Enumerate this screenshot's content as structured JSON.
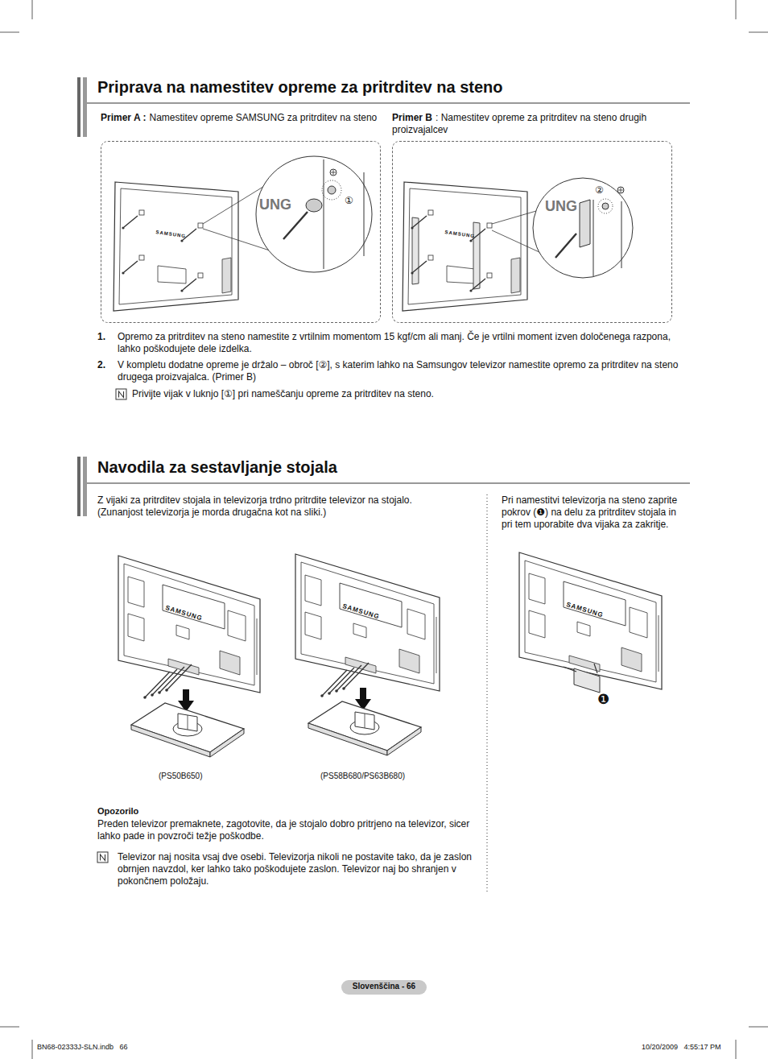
{
  "diagram": {
    "title": "Priprava na namestitev opreme za pritrditev na steno",
    "nodes": [
      {
        "text": [
          "Primer A :",
          "Namestitev opreme SAMSUNG za pritrditev na steno"
        ]
      },
      {
        "text": [
          "Primer B",
          ": Namestitev opreme za pritrditev na steno drugih proizvajalcev"
        ]
      }
    ],
    "labels": [
      "1.",
      "Opremo za pritrditev na steno namestite z vrtilnim momentom 15 kgf/cm ali manj. Če je vrtilni moment izven določenega razpona, lahko poškodujete dele izdelka.",
      "2.",
      "V kompletu dodatne opreme je držalo – obroč [②], s katerim lahko na Samsungov televizor namestite opremo za pritrditev na steno drugega proizvajalca. (Primer B)",
      "Privijte vijak v luknjo [①] pri nameščanju opreme za pritrditev na steno.",
      "Navodila za sestavljanje stojala",
      "Z vijaki za pritrditev stojala in televizorja trdno pritrdite televizor na stojalo. (Zunanjost televizorja je morda drugačna kot na sliki.)",
      "Pri namestitvi televizorja na steno zaprite pokrov (❶) na delu za pritrditev stojala in pri tem uporabite dva vijaka za zakritje.",
      "(PS50B650)",
      "(PS58B680/PS63B680)",
      "Opozorilo",
      "Preden televizor premaknete, zagotovite, da je stojalo dobro pritrjeno na televizor, sicer lahko pade in povzroči težje poškodbe.",
      "Televizor naj nosita vsaj dve osebi. Televizorja nikoli ne postavite tako, da je zaslon obrnjen navzdol, ker lahko tako poškodujete zaslon. Televizor naj bo shranjen v pokončnem položaju.",
      "Slovenščina - 66",
      "BN68-02333J-SLN.indb   66",
      "10/20/2009   4:55:17 PM",
      "①",
      "②",
      "❶",
      "SAMSUNG",
      "SAMSUNG",
      "SAMSUNG",
      "SAMSUNG",
      "SAMSUNG",
      "UNG",
      "UNG"
    ]
  }
}
